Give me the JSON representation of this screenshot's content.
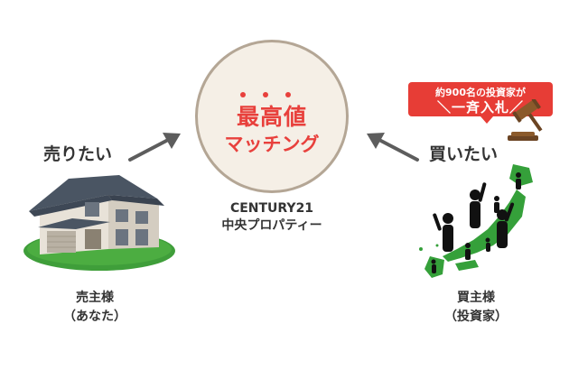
{
  "center": {
    "title": "最高値",
    "subtitle": "マッチング",
    "company_line1": "CENTURY21",
    "company_line2": "中央プロパティー"
  },
  "seller": {
    "action": "売りたい",
    "caption_line1": "売主様",
    "caption_line2": "（あなた）"
  },
  "buyer": {
    "action": "買いたい",
    "caption_line1": "買主様",
    "caption_line2": "（投資家）",
    "badge_top": "約900名の投資家が",
    "badge_bottom": "＼一斉入札／"
  },
  "colors": {
    "accent_red": "#e8403c",
    "circle_fill": "#f5efe6",
    "circle_border": "#b4a695",
    "map_green": "#35a03a",
    "lawn_green": "#3f9e3a",
    "arrow_gray": "#5d5d5d"
  }
}
